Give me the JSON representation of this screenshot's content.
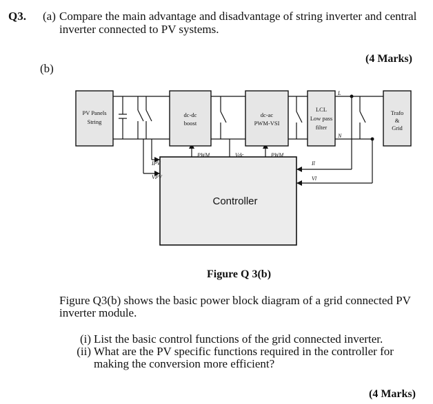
{
  "question": {
    "number": "Q3.",
    "part_a": {
      "label": "(a)",
      "text": "Compare the main advantage and disadvantage of  string inverter and central inverter connected to PV systems."
    },
    "part_a_marks": "(4 Marks)",
    "part_b": {
      "label": "(b)"
    }
  },
  "figure": {
    "blocks": {
      "pv": [
        "PV Panels",
        "String"
      ],
      "dcdc": [
        "dc-dc",
        "boost"
      ],
      "dcac": [
        "dc-ac",
        "PWM-VSI"
      ],
      "lcl": [
        "LCL",
        "Low pass",
        "filter"
      ],
      "trafo": [
        "Trafo",
        "&",
        "Grid"
      ],
      "controller": "Controller"
    },
    "labels": {
      "pwm_left": "PWM",
      "pwm_right": "PWM",
      "vdc": "Vdc",
      "ipv": "IPV",
      "vpv": "VPV",
      "il": "Il",
      "vl": "Vl",
      "L": "L",
      "N": "N"
    },
    "caption": "Figure Q 3(b)"
  },
  "body": {
    "paragraph": "Figure Q3(b) shows the basic power block diagram of a grid connected PV inverter module.",
    "items": [
      {
        "num": "(i)",
        "text": "List the basic control functions of the grid connected inverter."
      },
      {
        "num": "(ii)",
        "text": "What are the PV specific functions required in the controller for making the conversion more efficient?"
      }
    ],
    "marks": "(4 Marks)"
  }
}
